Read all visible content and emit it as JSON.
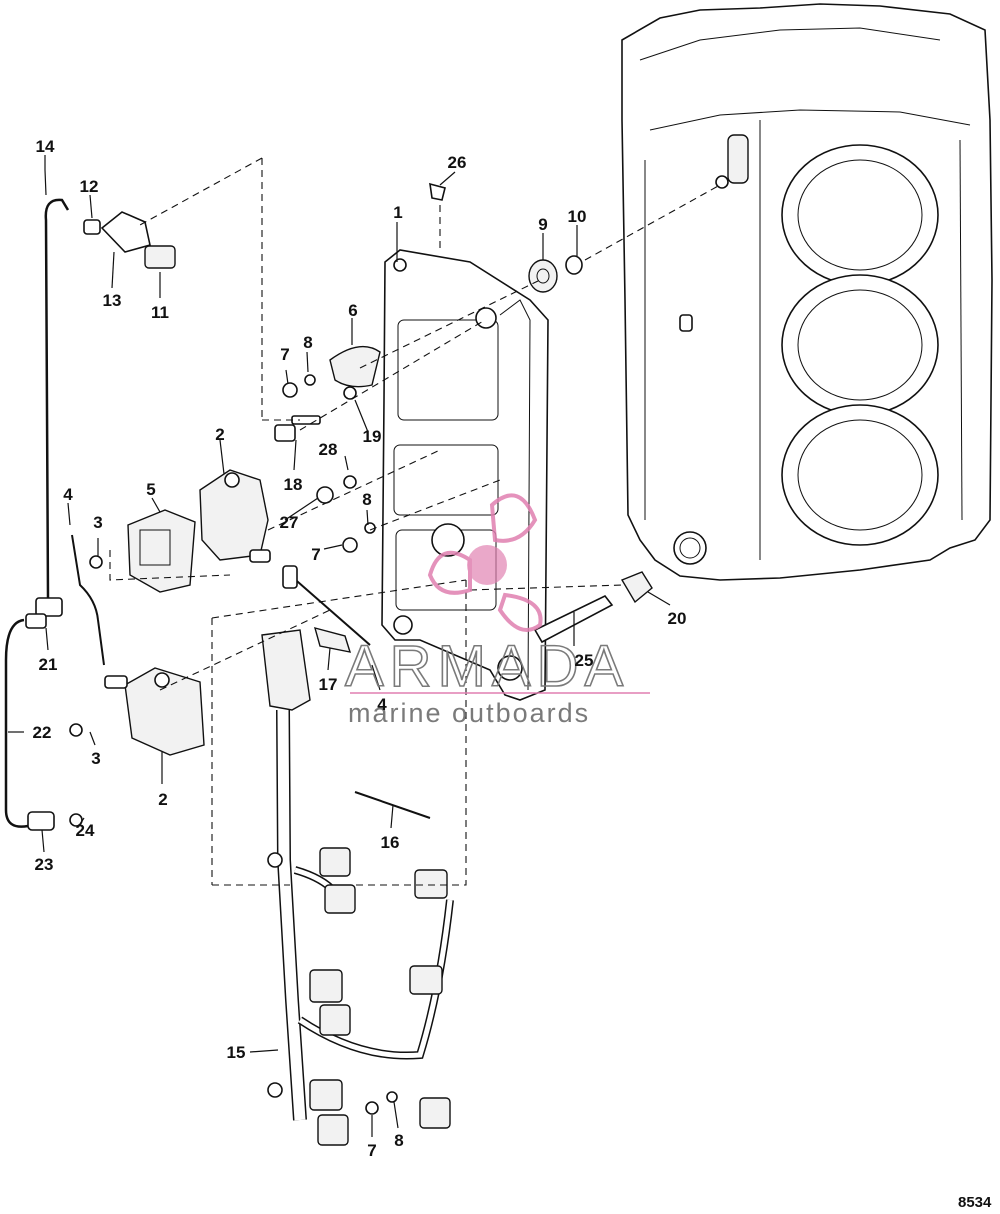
{
  "callouts": [
    {
      "label": "1"
    },
    {
      "label": "2"
    },
    {
      "label": "2"
    },
    {
      "label": "3"
    },
    {
      "label": "3"
    },
    {
      "label": "4"
    },
    {
      "label": "4"
    },
    {
      "label": "5"
    },
    {
      "label": "6"
    },
    {
      "label": "7"
    },
    {
      "label": "7"
    },
    {
      "label": "7"
    },
    {
      "label": "8"
    },
    {
      "label": "8"
    },
    {
      "label": "8"
    },
    {
      "label": "9"
    },
    {
      "label": "10"
    },
    {
      "label": "11"
    },
    {
      "label": "12"
    },
    {
      "label": "13"
    },
    {
      "label": "14"
    },
    {
      "label": "15"
    },
    {
      "label": "16"
    },
    {
      "label": "17"
    },
    {
      "label": "18"
    },
    {
      "label": "19"
    },
    {
      "label": "20"
    },
    {
      "label": "21"
    },
    {
      "label": "22"
    },
    {
      "label": "23"
    },
    {
      "label": "24"
    },
    {
      "label": "25"
    },
    {
      "label": "26"
    },
    {
      "label": "27"
    },
    {
      "label": "28"
    }
  ],
  "watermark": {
    "brand": "ARMADA",
    "tagline": "marine outboards",
    "brand_color": "#7a7a7a",
    "logo_color": "#e07fb0"
  },
  "figure_number": "8534"
}
